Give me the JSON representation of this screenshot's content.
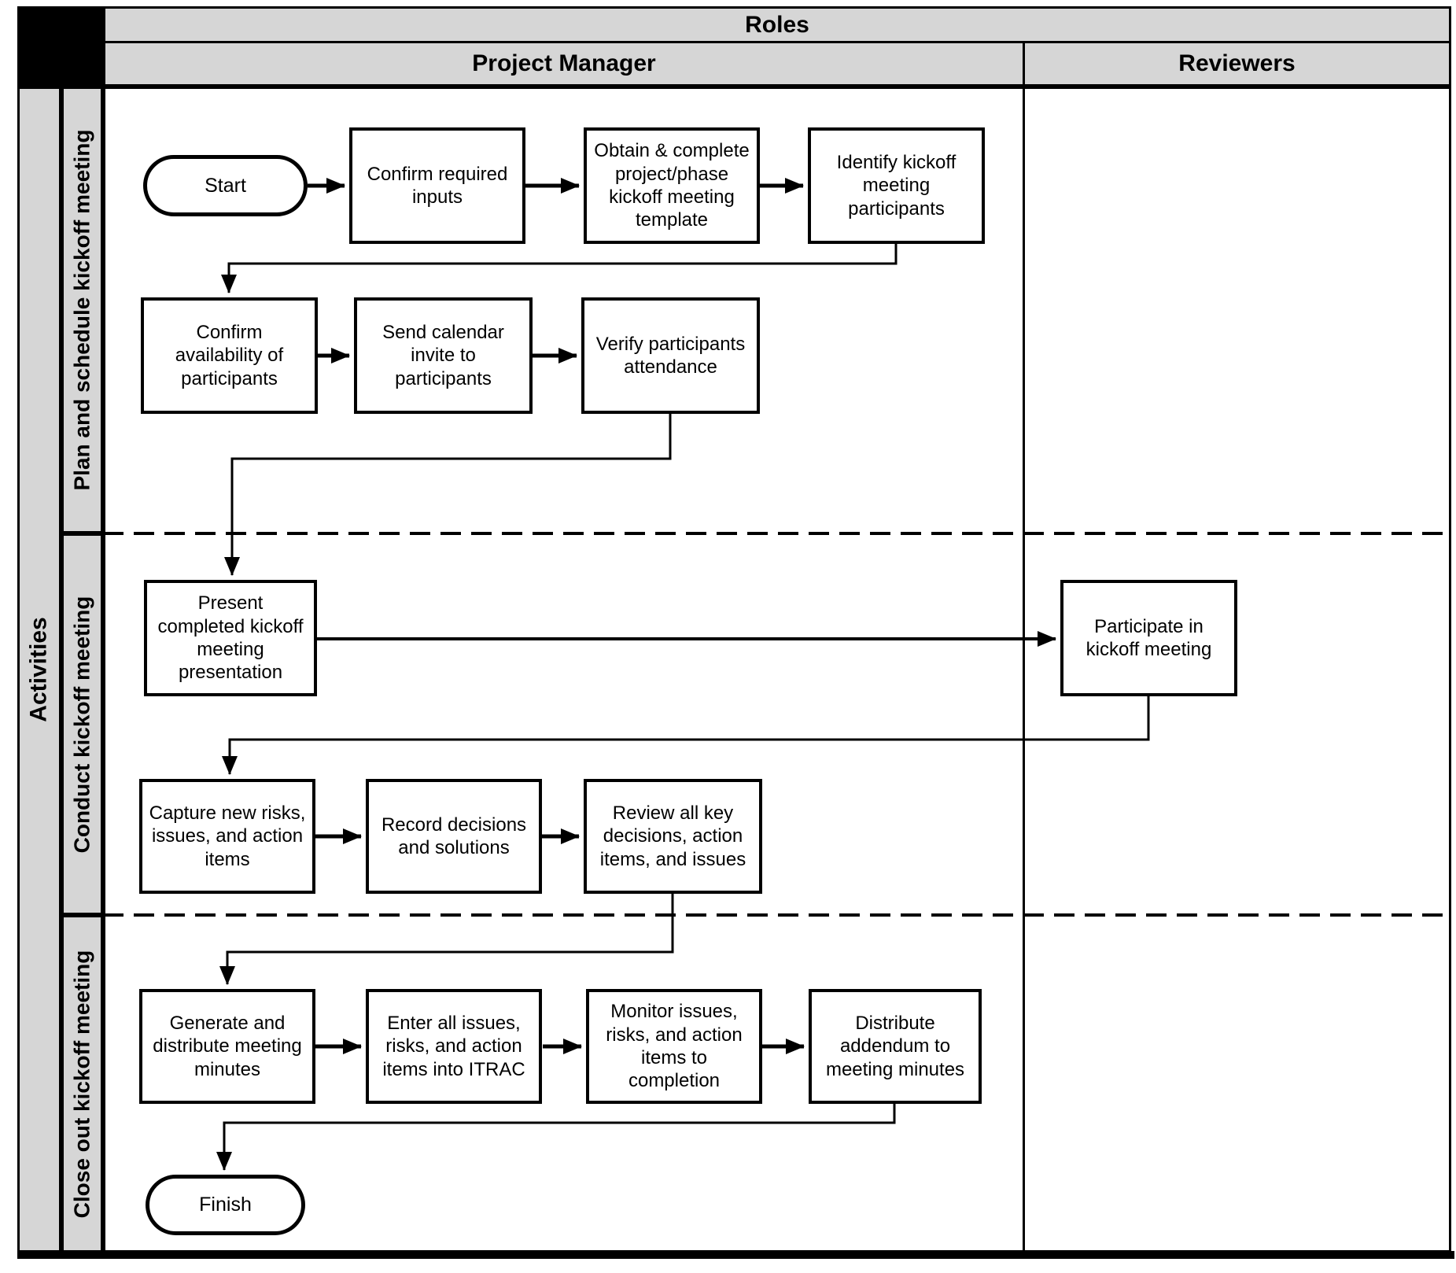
{
  "header": {
    "roles_label": "Roles",
    "project_manager_label": "Project Manager",
    "reviewers_label": "Reviewers"
  },
  "sidebar": {
    "activities_label": "Activities",
    "phases": [
      {
        "label": "Plan and schedule kickoff meeting"
      },
      {
        "label": "Conduct kickoff meeting"
      },
      {
        "label": "Close out kickoff meeting"
      }
    ]
  },
  "nodes": {
    "start": "Start",
    "confirm_inputs": "Confirm required inputs",
    "obtain_template": "Obtain & complete project/phase kickoff meeting template",
    "identify_participants": "Identify kickoff meeting participants",
    "confirm_availability": "Confirm availability of participants",
    "send_invite": "Send calendar invite to participants",
    "verify_attendance": "Verify participants attendance",
    "present_presentation": "Present completed kickoff meeting presentation",
    "participate": "Participate in kickoff meeting",
    "capture_risks": "Capture new risks, issues, and action items",
    "record_decisions": "Record decisions and solutions",
    "review_decisions": "Review all key decisions, action items, and issues",
    "generate_minutes": "Generate and distribute meeting minutes",
    "enter_itrac": "Enter all issues, risks, and action items into ITRAC",
    "monitor_items": "Monitor issues, risks, and action items to completion",
    "distribute_addendum": "Distribute addendum to meeting minutes",
    "finish": "Finish"
  },
  "colors": {
    "header_bg": "#d6d6d6",
    "line": "#000000",
    "node_bg": "#ffffff"
  }
}
